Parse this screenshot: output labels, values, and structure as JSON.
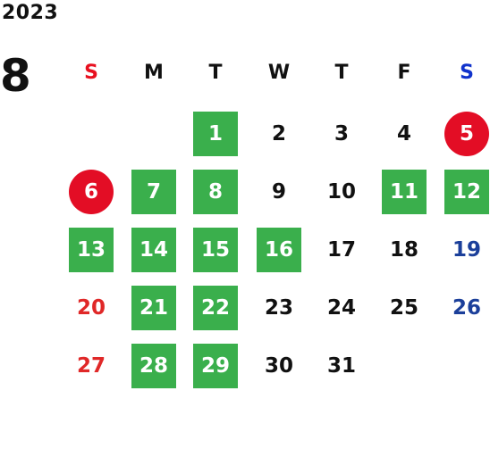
{
  "calendar": {
    "year": "2023",
    "month": "8",
    "weekdays": [
      {
        "label": "S",
        "kind": "sun"
      },
      {
        "label": "M",
        "kind": "weekday"
      },
      {
        "label": "T",
        "kind": "weekday"
      },
      {
        "label": "W",
        "kind": "weekday"
      },
      {
        "label": "T",
        "kind": "weekday"
      },
      {
        "label": "F",
        "kind": "weekday"
      },
      {
        "label": "S",
        "kind": "sat"
      }
    ],
    "days": [
      {
        "day": "1",
        "style": "green"
      },
      {
        "day": "2",
        "style": "plain"
      },
      {
        "day": "3",
        "style": "plain"
      },
      {
        "day": "4",
        "style": "plain"
      },
      {
        "day": "5",
        "style": "red-circle"
      },
      {
        "day": "6",
        "style": "red-circle"
      },
      {
        "day": "7",
        "style": "green"
      },
      {
        "day": "8",
        "style": "green"
      },
      {
        "day": "9",
        "style": "plain"
      },
      {
        "day": "10",
        "style": "plain"
      },
      {
        "day": "11",
        "style": "green"
      },
      {
        "day": "12",
        "style": "green"
      },
      {
        "day": "13",
        "style": "green"
      },
      {
        "day": "14",
        "style": "green"
      },
      {
        "day": "15",
        "style": "green"
      },
      {
        "day": "16",
        "style": "green"
      },
      {
        "day": "17",
        "style": "plain"
      },
      {
        "day": "18",
        "style": "plain"
      },
      {
        "day": "19",
        "style": "sat"
      },
      {
        "day": "20",
        "style": "sun"
      },
      {
        "day": "21",
        "style": "green"
      },
      {
        "day": "22",
        "style": "green"
      },
      {
        "day": "23",
        "style": "plain"
      },
      {
        "day": "24",
        "style": "plain"
      },
      {
        "day": "25",
        "style": "plain"
      },
      {
        "day": "26",
        "style": "sat"
      },
      {
        "day": "27",
        "style": "sun"
      },
      {
        "day": "28",
        "style": "green"
      },
      {
        "day": "29",
        "style": "green"
      },
      {
        "day": "30",
        "style": "plain"
      },
      {
        "day": "31",
        "style": "plain"
      }
    ],
    "first_weekday_index": 2,
    "colors": {
      "green_highlight": "#3aaf4c",
      "red_circle": "#e30d25",
      "sunday_text": "#e02828",
      "saturday_text": "#1b3f9a"
    }
  }
}
